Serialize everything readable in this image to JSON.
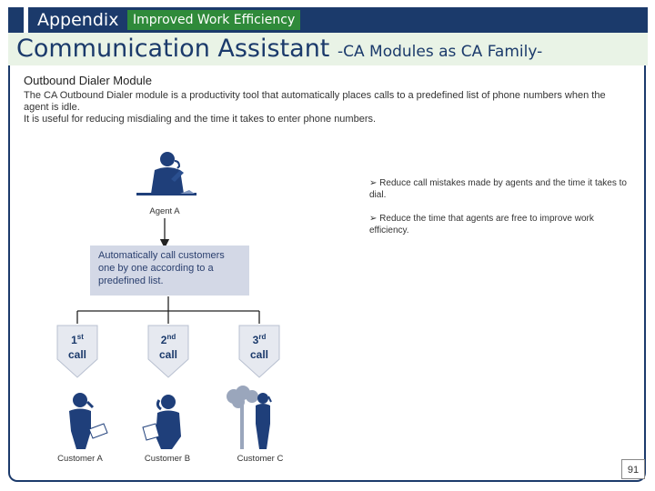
{
  "header": {
    "section": "Appendix",
    "badge": "Improved Work Efficiency",
    "title": "Communication Assistant",
    "subtitle": "-CA Modules as CA Family-"
  },
  "module": {
    "title": "Outbound Dialer Module",
    "description_line1": "The CA Outbound Dialer module is a productivity tool that automatically places calls to a predefined list of phone numbers when the agent is idle.",
    "description_line2": "It is useful for reducing misdialing and the time it takes to enter phone numbers."
  },
  "benefits": [
    "Reduce call mistakes made by agents and the time it takes to dial.",
    "Reduce the time that agents are free to improve work efficiency."
  ],
  "bullet_glyph": "➢",
  "agent_label": "Agent A",
  "auto_call_text": "Automatically call customers one by one according to a predefined list.",
  "calls": [
    {
      "num": "1",
      "suffix": "st",
      "word": "call"
    },
    {
      "num": "2",
      "suffix": "nd",
      "word": "call"
    },
    {
      "num": "3",
      "suffix": "rd",
      "word": "call"
    }
  ],
  "customers": [
    "Customer A",
    "Customer B",
    "Customer C"
  ],
  "page_number": "91",
  "colors": {
    "navy": "#1b3a6b",
    "green_badge": "#2f8a3a",
    "title_band": "#e9f3e6",
    "auto_box": "#d3d8e6",
    "figure_blue": "#1f3f7a"
  }
}
